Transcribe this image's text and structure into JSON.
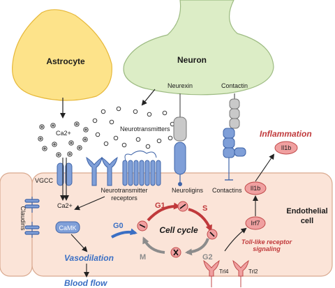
{
  "cells": {
    "astrocyte": "Astrocyte",
    "neuron": "Neuron",
    "endothelial_line1": "Endothelial",
    "endothelial_line2": "cell"
  },
  "labels": {
    "neurotransmitters": "Neurotransmitters",
    "ca2_top": "Ca2+",
    "ca2_mid": "Ca2+",
    "vgcc": "VGCC",
    "claudins": "Claudins",
    "nt_receptors_line1": "Neurotransmitter",
    "nt_receptors_line2": "receptors",
    "neurexin": "Neurexin",
    "contactin_top": "Contactin",
    "neuroligins": "Neuroligins",
    "contactins": "Contactins",
    "inflammation": "Inflammation",
    "il1b_out": "Il1b",
    "il1b_in": "Il1b",
    "irf7": "Irf7",
    "tlr_line1": "Toll-like receptor",
    "tlr_line2": "signaling",
    "trl4": "Trl4",
    "trl2": "Trl2",
    "camk": "CaMK",
    "vasodilation": "Vasodilation",
    "blood_flow": "Blood flow"
  },
  "cell_cycle": {
    "title": "Cell cycle",
    "g0": "G0",
    "g1": "G1",
    "s": "S",
    "g2": "G2",
    "m": "M"
  },
  "colors": {
    "astrocyte_fill": "#fde38a",
    "astrocyte_stroke": "#e6b83a",
    "neuron_fill": "#dcedc6",
    "neuron_stroke": "#9dbb82",
    "endothelial_fill": "#fbe4d8",
    "endothelial_stroke": "#d9a98f",
    "receptor_blue": "#7f9fd8",
    "receptor_blue_dark": "#3f64a8",
    "gray_protein": "#c9c9c9",
    "pink_node": "#f0a0a0",
    "pink_node_stroke": "#c04a4a",
    "accent_red": "#c0393b",
    "accent_blue": "#3a6fc4",
    "arrow_gray": "#8c8c8c"
  }
}
